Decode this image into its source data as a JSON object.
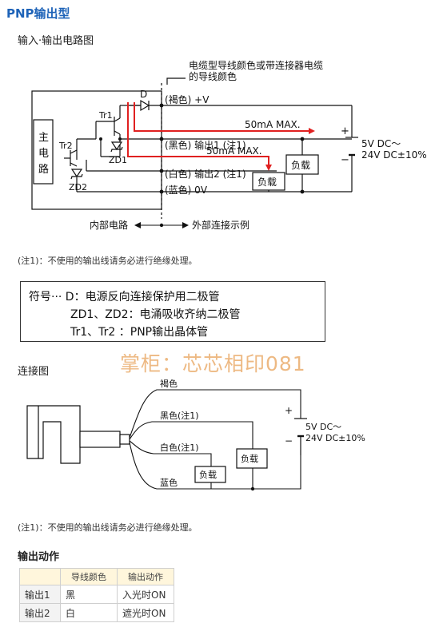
{
  "title": "PNP输出型",
  "section_circuit": "输入·输出电路图",
  "circuit": {
    "cable_note_line1": "电缆型导线颜色或带连接器电缆",
    "cable_note_line2": "的导线颜色",
    "main_circuit": [
      "主",
      "电",
      "路"
    ],
    "d_label": "D",
    "tr1": "Tr1",
    "tr2": "Tr2",
    "zd1": "ZD1",
    "zd2": "ZD2",
    "brown_wire": "(褐色) +V",
    "black_wire": "(黑色) 输出1 (注1)",
    "white_wire": "(白色) 输出2 (注1)",
    "blue_wire": "(蓝色) 0V",
    "max1": "50mA  MAX.",
    "max2": "50mA  MAX.",
    "load": "负载",
    "plus": "+",
    "minus": "−",
    "voltage1": "5V DC～",
    "voltage2": "24V DC±10%",
    "internal": "内部电路",
    "external": "外部连接示例"
  },
  "note1": "(注1)：不使用的输出线请务必进行绝缘处理。",
  "symbols": {
    "line1": "符号··· D：电源反向连接保护用二极管",
    "line2": "ZD1、ZD2：电涌吸收齐纳二极管",
    "line3": "Tr1、Tr2  ：PNP输出晶体管"
  },
  "watermark": "掌柜：芯芯相印081",
  "section_connection": "连接图",
  "connection": {
    "brown": "褐色",
    "black": "黑色(注1)",
    "white": "白色(注1)",
    "blue": "蓝色",
    "load": "负载",
    "plus": "+",
    "minus": "−",
    "voltage1": "5V DC～",
    "voltage2": "24V DC±10%"
  },
  "note2": "(注1)：不使用的输出线请务必进行绝缘处理。",
  "section_output": "输出动作",
  "table": {
    "headers": [
      "",
      "导线颜色",
      "输出动作"
    ],
    "rows": [
      [
        "输出1",
        "黑",
        "入光时ON"
      ],
      [
        "输出2",
        "白",
        "遮光时ON"
      ]
    ]
  },
  "colors": {
    "title": "#1e63b8",
    "current_path": "#e02020",
    "watermark": "#e8a25a",
    "table_header": "#fff6dc"
  }
}
